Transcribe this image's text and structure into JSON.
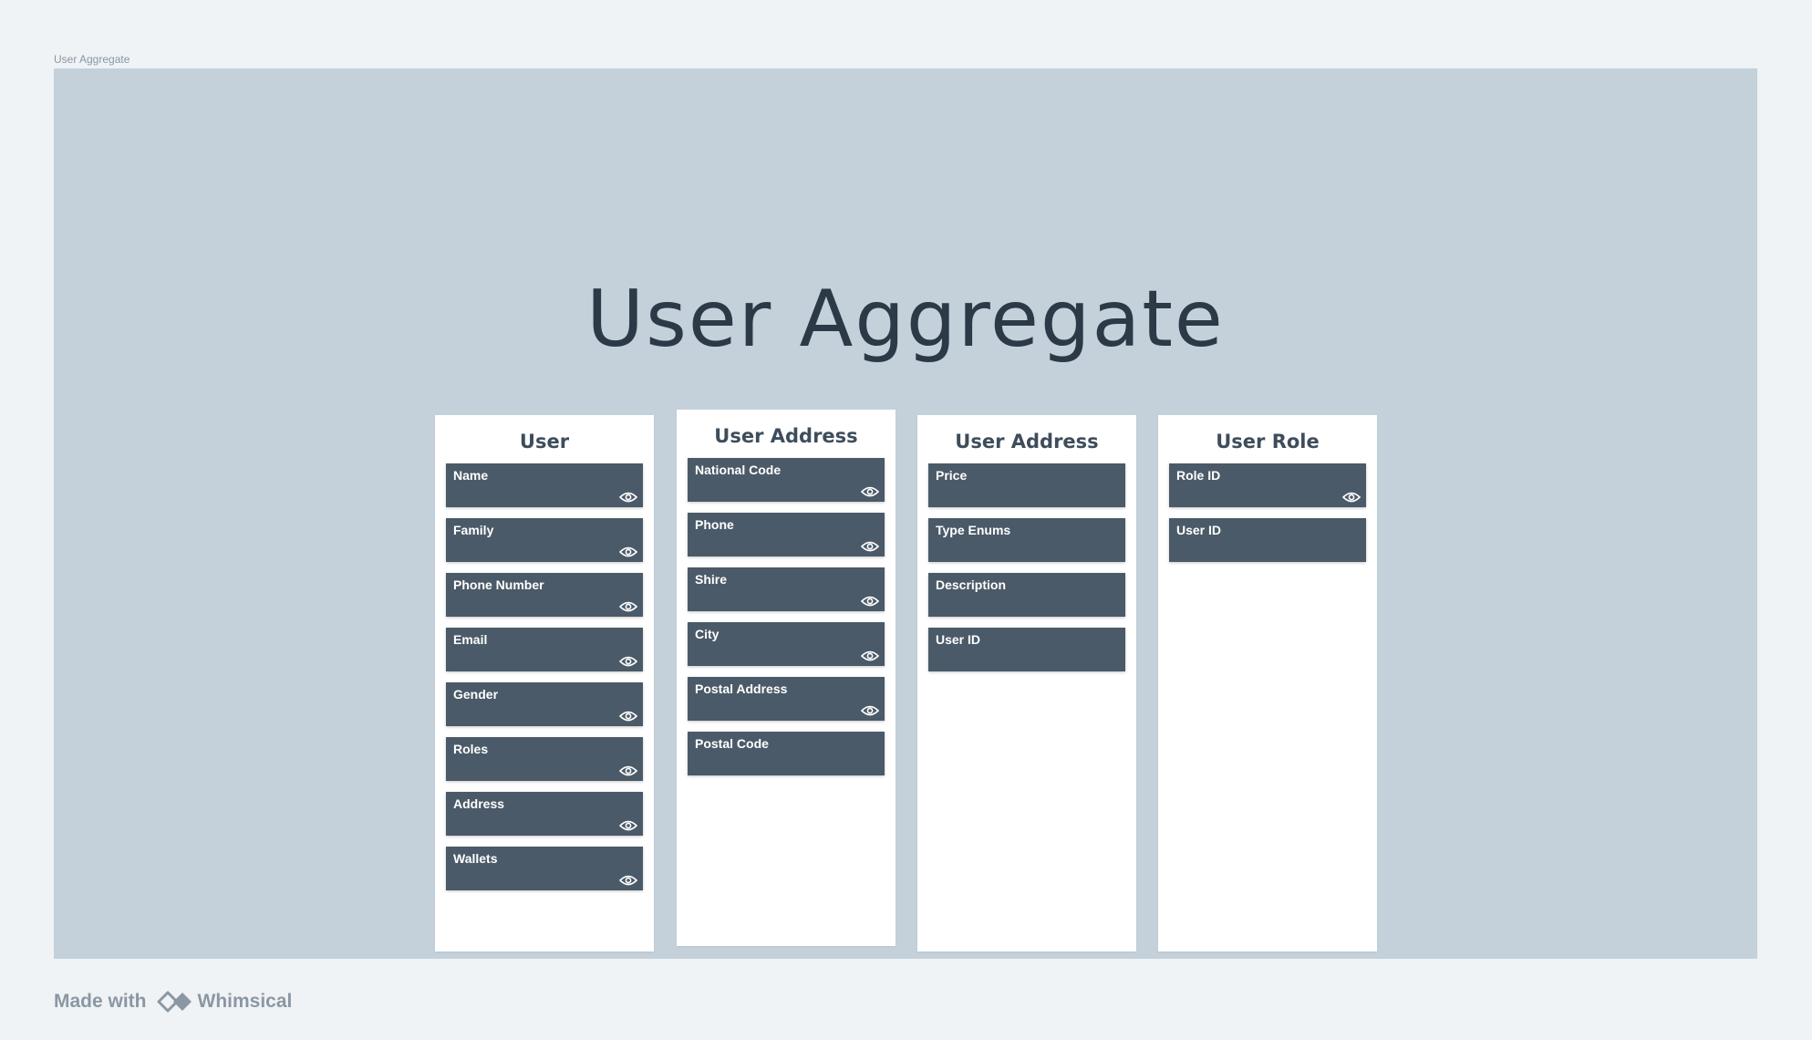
{
  "frame_label": "User Aggregate",
  "title": "User Aggregate",
  "columns": [
    {
      "title": "User",
      "cards": [
        {
          "label": "Name",
          "eye": true
        },
        {
          "label": "Family",
          "eye": true
        },
        {
          "label": "Phone Number",
          "eye": true
        },
        {
          "label": "Email",
          "eye": true
        },
        {
          "label": "Gender",
          "eye": true
        },
        {
          "label": "Roles",
          "eye": true
        },
        {
          "label": "Address",
          "eye": true
        },
        {
          "label": "Wallets",
          "eye": true
        }
      ]
    },
    {
      "title": "User Address",
      "cards": [
        {
          "label": "National Code",
          "eye": true
        },
        {
          "label": "Phone",
          "eye": true
        },
        {
          "label": "Shire",
          "eye": true
        },
        {
          "label": "City",
          "eye": true
        },
        {
          "label": "Postal Address",
          "eye": true
        },
        {
          "label": "Postal Code",
          "eye": false
        }
      ]
    },
    {
      "title": "User Address",
      "cards": [
        {
          "label": "Price",
          "eye": false
        },
        {
          "label": "Type Enums",
          "eye": false
        },
        {
          "label": "Description",
          "eye": false
        },
        {
          "label": "User ID",
          "eye": false
        }
      ]
    },
    {
      "title": "User Role",
      "cards": [
        {
          "label": "Role ID",
          "eye": true
        },
        {
          "label": "User ID",
          "eye": false
        }
      ]
    }
  ],
  "footer": {
    "made_with": "Made with",
    "brand": "Whimsical"
  }
}
